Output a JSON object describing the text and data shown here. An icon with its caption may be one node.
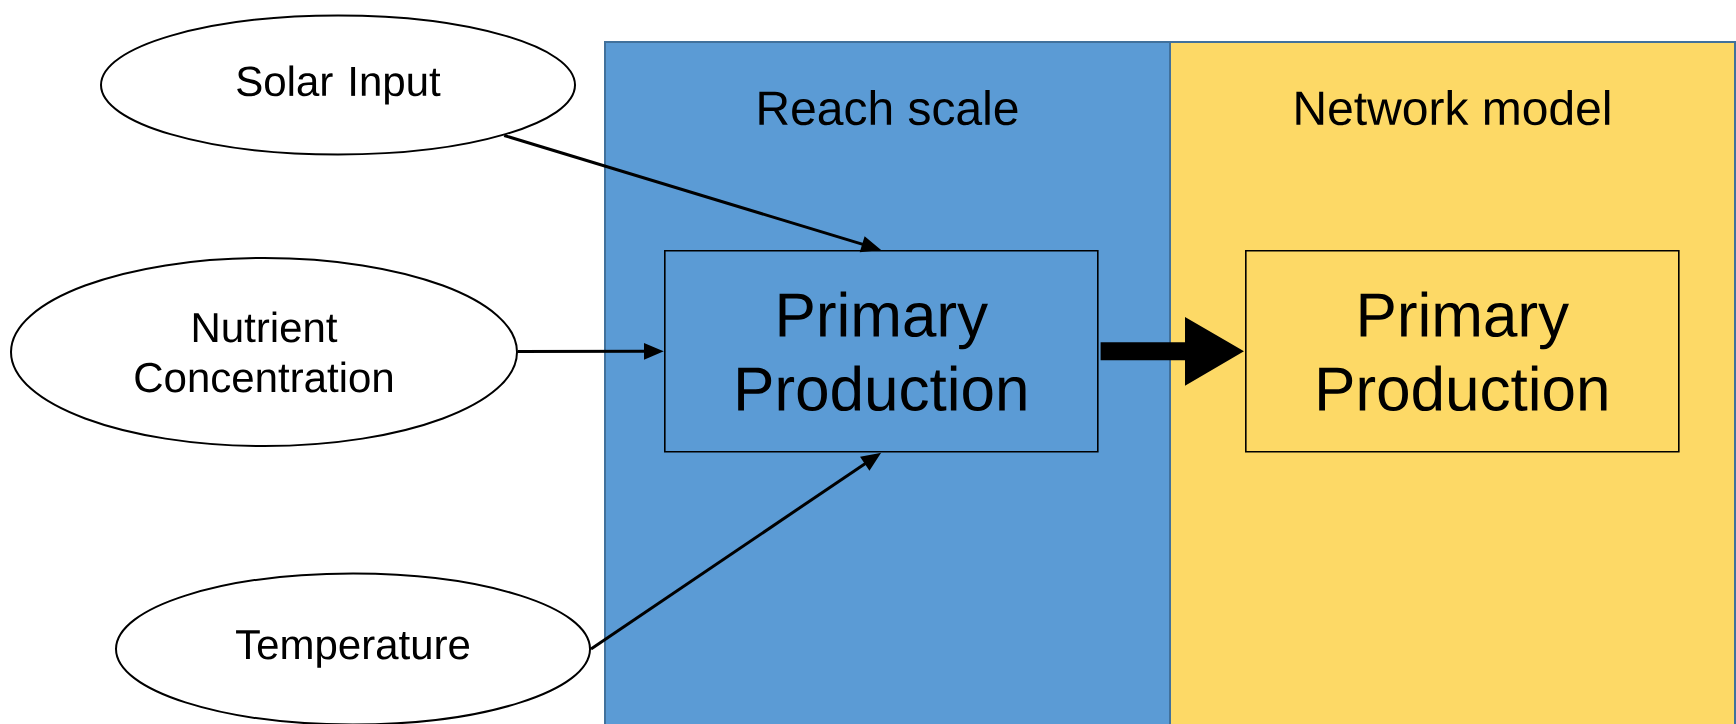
{
  "diagram": {
    "nodes": [
      {
        "text": [
          "Solar Input"
        ]
      },
      {
        "text": [
          "Nutrient Concentration"
        ]
      },
      {
        "text": [
          "Temperature"
        ]
      },
      {
        "text": [
          "Reach scale"
        ]
      },
      {
        "text": [
          "Network model"
        ]
      },
      {
        "text": [
          "Primary Production"
        ],
        "in": 3
      },
      {
        "text": [
          "Primary Production"
        ],
        "in": 4
      }
    ],
    "edges": [
      {
        "from": 0,
        "to": 5,
        "arrow": "to"
      },
      {
        "from": 1,
        "to": 5,
        "arrow": "to"
      },
      {
        "from": 2,
        "to": 5,
        "arrow": "to"
      },
      {
        "from": 5,
        "to": 6,
        "arrow": "to",
        "style": "thick"
      }
    ]
  }
}
